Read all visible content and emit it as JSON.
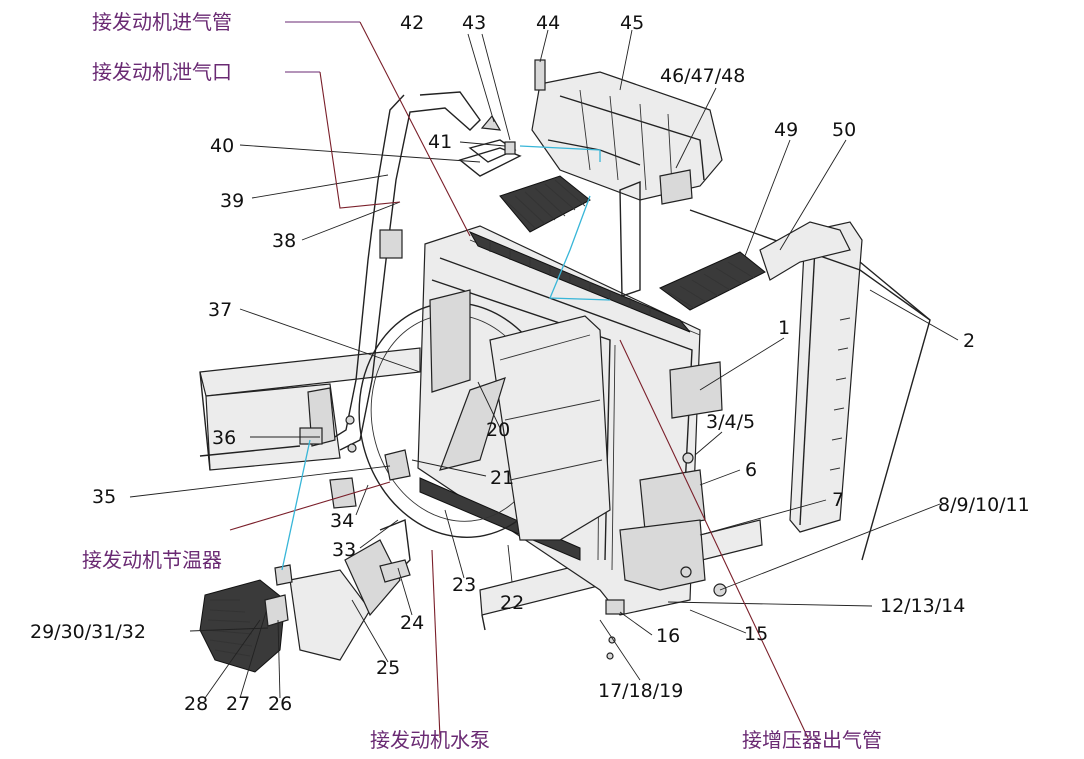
{
  "callouts": [
    "1",
    "2",
    "3/4/5",
    "6",
    "7",
    "8/9/10/11",
    "12/13/14",
    "15",
    "16",
    "17/18/19",
    "20",
    "21",
    "22",
    "23",
    "24",
    "25",
    "26",
    "27",
    "28",
    "29/30/31/32",
    "33",
    "34",
    "35",
    "36",
    "37",
    "38",
    "39",
    "40",
    "41",
    "42",
    "43",
    "44",
    "45",
    "46/47/48",
    "49",
    "50"
  ],
  "connection_labels": {
    "engine_intake_pipe": "接发动机进气管",
    "engine_vent": "接发动机泄气口",
    "engine_thermostat": "接发动机节温器",
    "engine_water_pump": "接发动机水泵",
    "turbo_outlet_pipe": "接增压器出气管"
  },
  "colors": {
    "label_text": "#6a2a73",
    "leader_red": "#7a1f2a",
    "leader_cyan": "#38b6d8",
    "line_art": "#222222"
  }
}
